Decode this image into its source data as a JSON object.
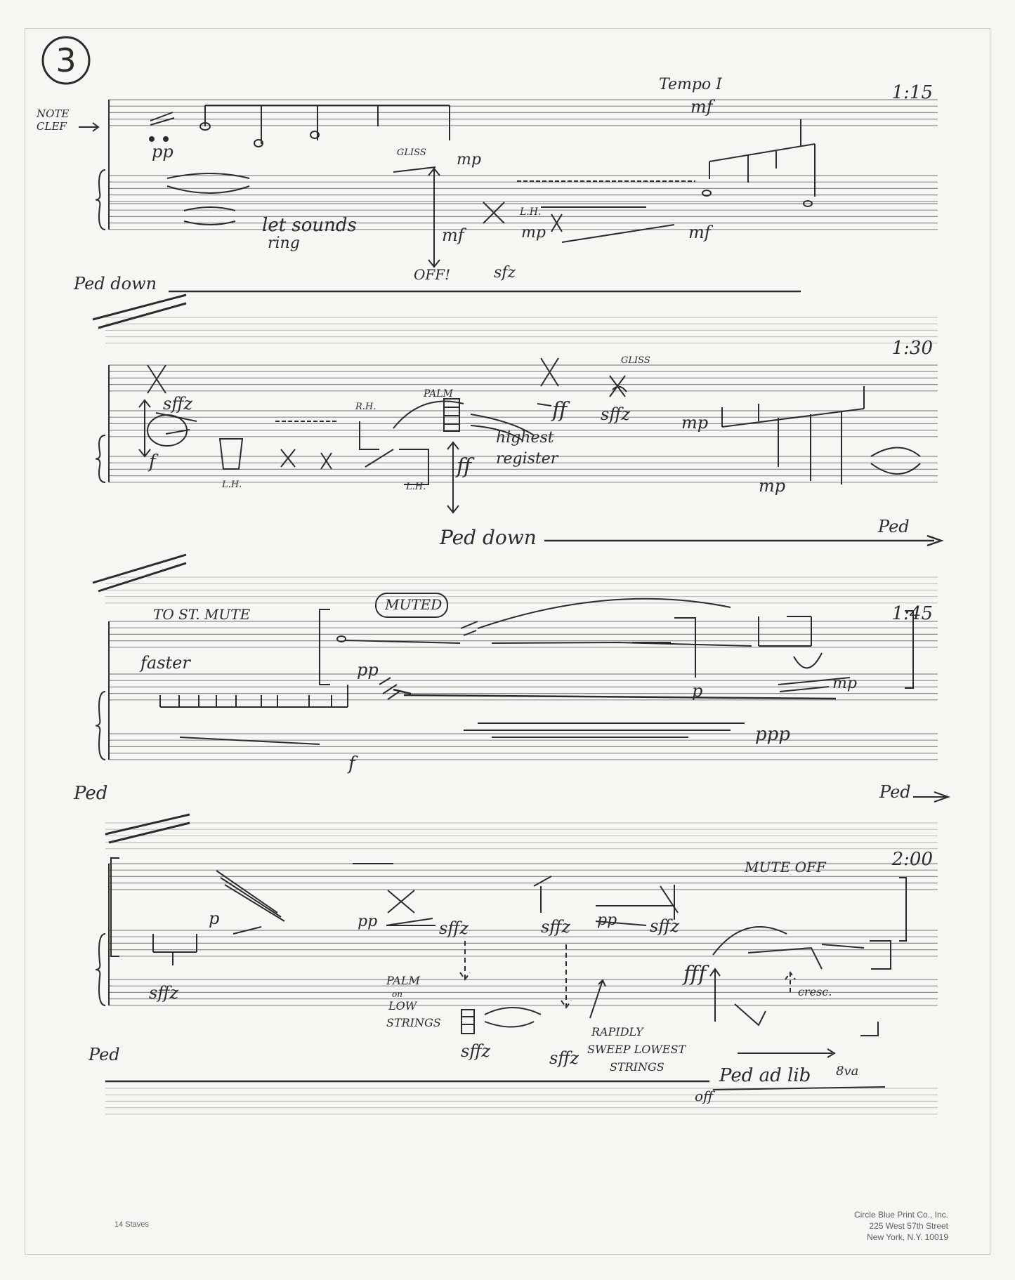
{
  "page_number": "3",
  "footer": {
    "paper_note": "14 Staves",
    "printer": [
      "Circle Blue Print Co., Inc.",
      "225 West 57th Street",
      "New York, N.Y. 10019"
    ]
  },
  "systems": [
    {
      "time": "1:15",
      "labels": {
        "note_clef": [
          "NOTE",
          "CLEF"
        ],
        "tempo": "Tempo I",
        "mf_top": "mf",
        "pp": "pp",
        "gliss": "GLISS",
        "mp_a": "mp",
        "lh": "L.H.",
        "mp_b": "mp",
        "let_sounds": "let sounds",
        "ring": "ring",
        "mf_left": "mf",
        "mf_right": "mf",
        "off": "OFF!",
        "sfz": "sfz",
        "ped": "Ped down"
      }
    },
    {
      "time": "1:30",
      "labels": {
        "sffz": "sffz",
        "lh_a": "L.H.",
        "rh": "R.H.",
        "lh_b": "L.H.",
        "palm": "PALM",
        "ff_top": "ff",
        "gliss": "GLISS",
        "sffz_b": "sffz",
        "ff_mid": "ff",
        "highest": "highest",
        "register": "register",
        "mp_a": "mp",
        "mp_b": "mp",
        "f": "f",
        "ped_down": "Ped down",
        "ped": "Ped"
      }
    },
    {
      "time": "1:45",
      "labels": {
        "to_st_mute": "TO ST. MUTE",
        "muted": "MUTED",
        "pp": "pp",
        "faster": "faster",
        "p": "p",
        "mp": "mp",
        "ppp": "ppp",
        "f": "f",
        "ped_left": "Ped",
        "ped_right": "Ped"
      }
    },
    {
      "time": "2:00",
      "labels": {
        "mute_off": "MUTE OFF",
        "p": "p",
        "pp_a": "pp",
        "sffz_a": "sffz",
        "sffz_b": "sffz",
        "pp_b": "pp",
        "sffz_c": "sffz",
        "sffz_left": "sffz",
        "palm_lines": [
          "PALM",
          "on",
          "LOW",
          "STRINGS"
        ],
        "sffz_palm": "sffz",
        "rapidly_lines": [
          "RAPIDLY",
          "SWEEP LOWEST",
          "STRINGS"
        ],
        "sffz_sweep": "sffz",
        "fff": "fff",
        "cresc": "cresc.",
        "ped_ad_lib": "Ped ad lib",
        "off": "off",
        "ottava": "8va",
        "ped_left": "Ped"
      }
    }
  ]
}
